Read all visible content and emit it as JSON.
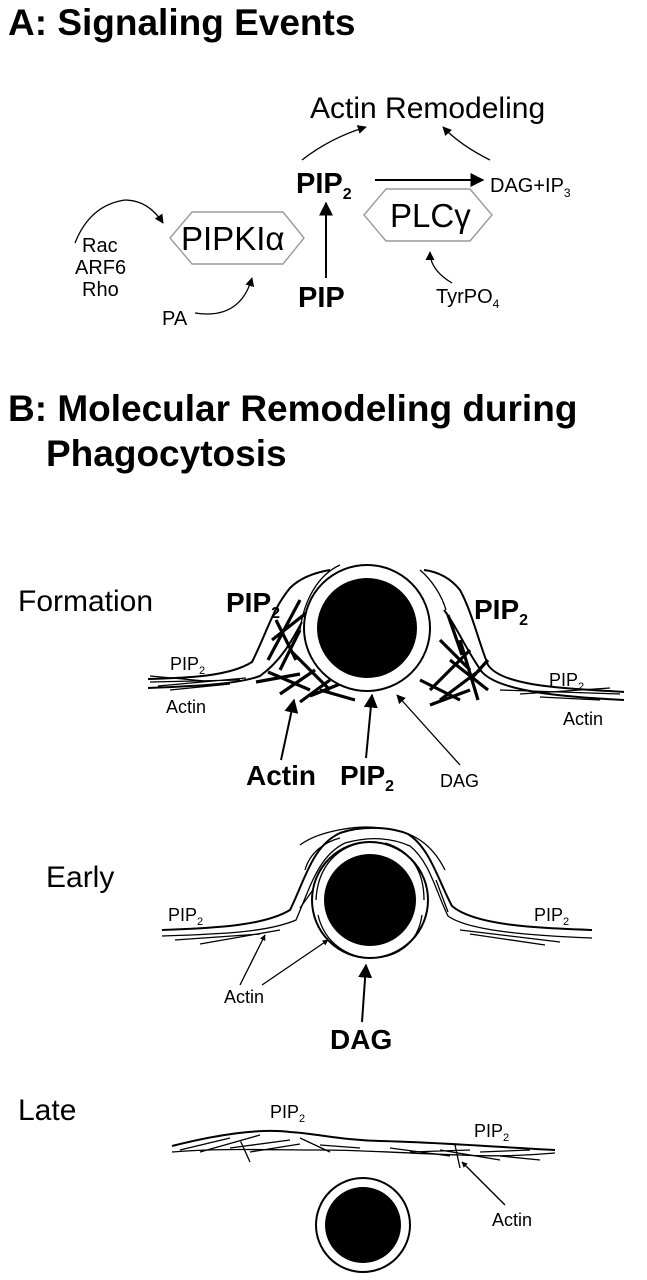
{
  "section_a": {
    "heading": "A: Signaling Events",
    "actin_remodeling": "Actin Remodeling",
    "pip2": {
      "base": "PIP",
      "sub": "2"
    },
    "dag_ip3": {
      "base": "DAG+IP",
      "sub": "3"
    },
    "pipki": {
      "base": "PIPKI",
      "greek": "α"
    },
    "plc": {
      "base": "PLC",
      "greek": "γ"
    },
    "rac": "Rac",
    "arf6": "ARF6",
    "rho": "Rho",
    "pa": "PA",
    "pip": "PIP",
    "tyrpo4": {
      "base": "TyrPO",
      "sub": "4"
    }
  },
  "section_b": {
    "heading_line1": "B: Molecular Remodeling during",
    "heading_line2": "Phagocytosis",
    "formation": {
      "label": "Formation",
      "pip2_left_bold": {
        "base": "PIP",
        "sub": "2"
      },
      "pip2_right_bold": {
        "base": "PIP",
        "sub": "2"
      },
      "pip2_left": {
        "base": "PIP",
        "sub": "2"
      },
      "pip2_right": {
        "base": "PIP",
        "sub": "2"
      },
      "actin_left": "Actin",
      "actin_right": "Actin",
      "actin_bottom": "Actin",
      "pip2_bottom": {
        "base": "PIP",
        "sub": "2"
      },
      "dag": "DAG"
    },
    "early": {
      "label": "Early",
      "pip2_left": {
        "base": "PIP",
        "sub": "2"
      },
      "pip2_right": {
        "base": "PIP",
        "sub": "2"
      },
      "actin": "Actin",
      "dag": "DAG"
    },
    "late": {
      "label": "Late",
      "pip2_left": {
        "base": "PIP",
        "sub": "2"
      },
      "pip2_right": {
        "base": "PIP",
        "sub": "2"
      },
      "actin": "Actin"
    }
  }
}
